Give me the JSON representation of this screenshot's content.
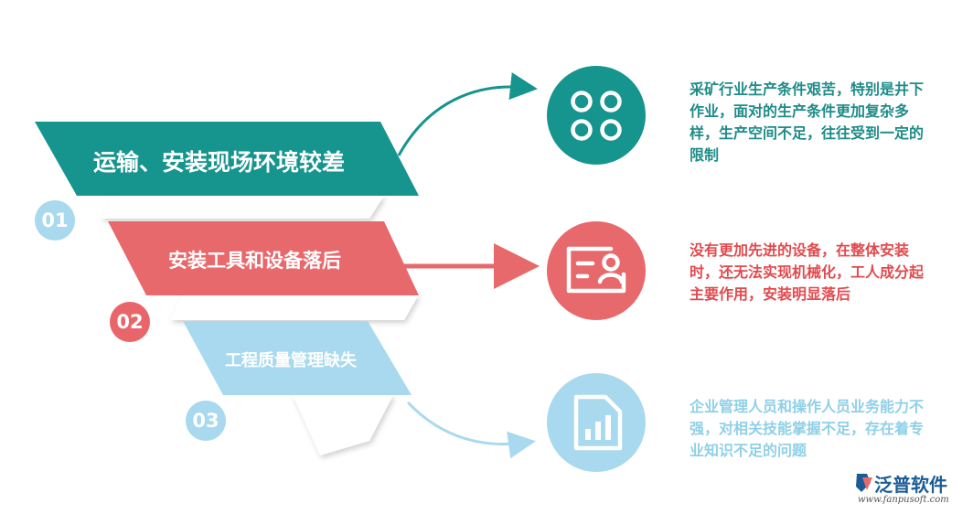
{
  "items": [
    {
      "number": "01",
      "title": "运输、安装现场环境较差",
      "description": "采矿行业生产条件艰苦，特别是井下作业，面对的生产条件更加复杂多样，生产空间不足，往往受到一定的限制",
      "icon": "grid-circles-icon",
      "color": "#16948e"
    },
    {
      "number": "02",
      "title": "安装工具和设备落后",
      "description": "没有更加先进的设备，在整体安装时，还无法实现机械化，工人成分起主要作用，安装明显落后",
      "icon": "id-card-icon",
      "color": "#e8696b"
    },
    {
      "number": "03",
      "title": "工程质量管理缺失",
      "description": "企业管理人员和操作人员业务能力不强，对相关技能掌握不足，存在着专业知识不足的问题",
      "icon": "document-chart-icon",
      "color": "#a8d9ee"
    }
  ],
  "logo": {
    "name": "泛普软件",
    "url": "www.fanpusoft.com"
  }
}
